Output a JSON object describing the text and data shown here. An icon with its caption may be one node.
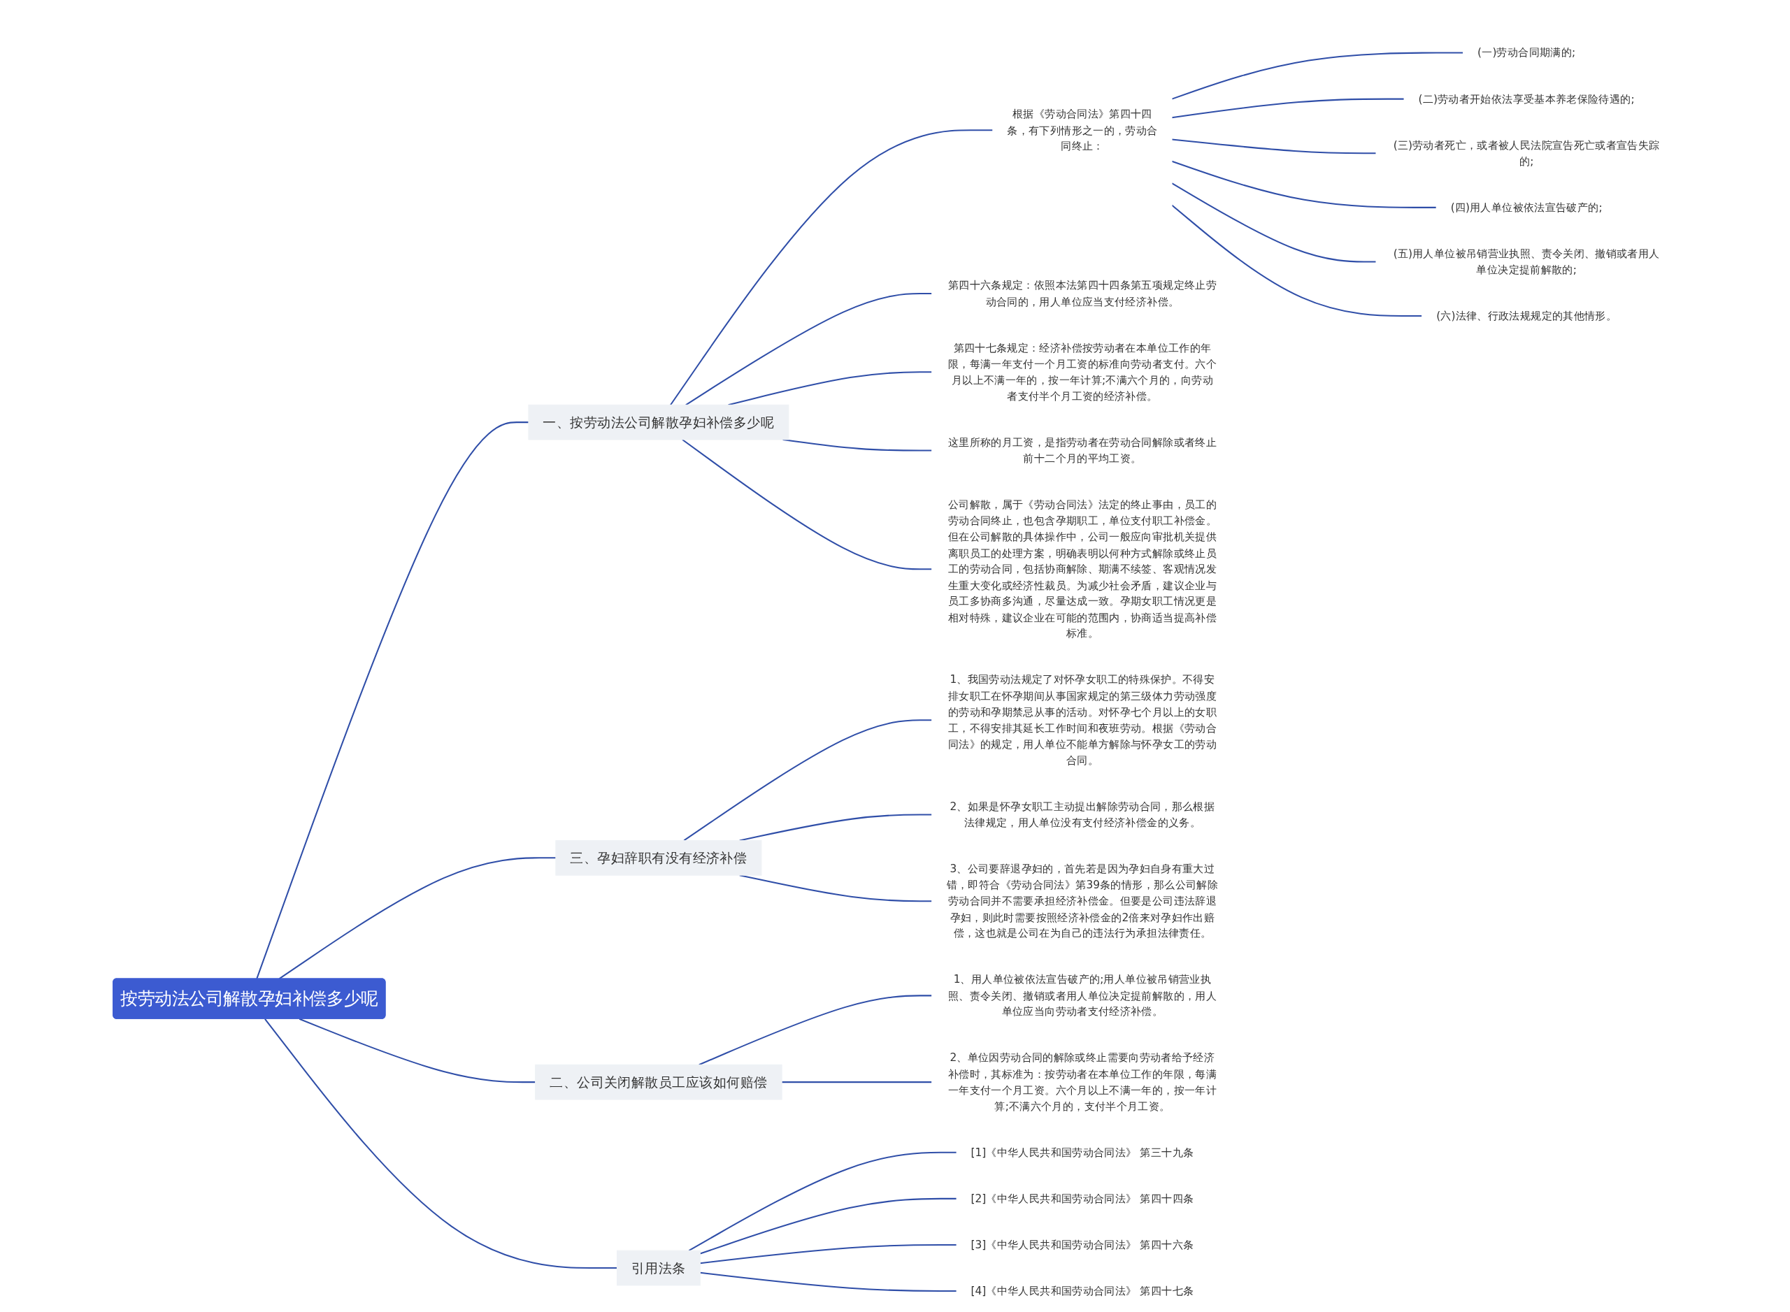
{
  "diagram": {
    "nodes": [
      {
        "text": [
          "按劳动法公司解散孕妇补偿多少呢"
        ]
      },
      {
        "text": [
          "一、按劳动法公司解散孕妇补偿多少呢"
        ]
      },
      {
        "text": [
          "根据《劳动合同法》第四十四条，有下列情形之一的，劳动合同终止："
        ]
      },
      {
        "text": [
          "(一)劳动合同期满的;"
        ]
      },
      {
        "text": [
          "(二)劳动者开始依法享受基本养老保险待遇的;"
        ]
      },
      {
        "text": [
          "(三)劳动者死亡，或者被人民法院宣告死亡或者宣告失踪的;"
        ]
      },
      {
        "text": [
          "(四)用人单位被依法宣告破产的;"
        ]
      },
      {
        "text": [
          "(五)用人单位被吊销营业执照、责令关闭、撤销或者用人单位决定提前解散的;"
        ]
      },
      {
        "text": [
          "(六)法律、行政法规规定的其他情形。"
        ]
      },
      {
        "text": [
          "第四十六条规定：依照本法第四十四条第五项规定终止劳动合同的，用人单位应当支付经济补偿。"
        ]
      },
      {
        "text": [
          "第四十七条规定：经济补偿按劳动者在本单位工作的年限，每满一年支付一个月工资的标准向劳动者支付。六个月以上不满一年的，按一年计算;不满六个月的，向劳动者支付半个月工资的经济补偿。"
        ]
      },
      {
        "text": [
          "这里所称的月工资，是指劳动者在劳动合同解除或者终止前十二个月的平均工资。"
        ]
      },
      {
        "text": [
          "公司解散，属于《劳动合同法》法定的终止事由，员工的劳动合同终止，也包含孕期职工，单位支付职工补偿金。但在公司解散的具体操作中，公司一般应向审批机关提供离职员工的处理方案，明确表明以何种方式解除或终止员工的劳动合同，包括协商解除、期满不续签、客观情况发生重大变化或经济性裁员。为减少社会矛盾，建议企业与员工多协商多沟通，尽量达成一致。孕期女职工情况更是相对特殊，建议企业在可能的范围内，协商适当提高补偿标准。"
        ]
      },
      {
        "text": [
          "三、孕妇辞职有没有经济补偿"
        ]
      },
      {
        "text": [
          "1、我国劳动法规定了对怀孕女职工的特殊保护。不得安排女职工在怀孕期间从事国家规定的第三级体力劳动强度的劳动和孕期禁忌从事的活动。对怀孕七个月以上的女职工，不得安排其延长工作时间和夜班劳动。根据《劳动合同法》的规定，用人单位不能单方解除与怀孕女工的劳动合同。"
        ]
      },
      {
        "text": [
          "2、如果是怀孕女职工主动提出解除劳动合同，那么根据法律规定，用人单位没有支付经济补偿金的义务。"
        ]
      },
      {
        "text": [
          "3、公司要辞退孕妇的，首先若是因为孕妇自身有重大过错，即符合《劳动合同法》第39条的情形，那么公司解除劳动合同并不需要承担经济补偿金。但要是公司违法辞退孕妇，则此时需要按照经济补偿金的2倍来对孕妇作出赔偿，这也就是公司在为自己的违法行为承担法律责任。"
        ]
      },
      {
        "text": [
          "二、公司关闭解散员工应该如何赔偿"
        ]
      },
      {
        "text": [
          "1、用人单位被依法宣告破产的;用人单位被吊销营业执照、责令关闭、撤销或者用人单位决定提前解散的，用人单位应当向劳动者支付经济补偿。"
        ]
      },
      {
        "text": [
          "2、单位因劳动合同的解除或终止需要向劳动者给予经济补偿时，其标准为：按劳动者在本单位工作的年限，每满一年支付一个月工资。六个月以上不满一年的，按一年计算;不满六个月的，支付半个月工资。"
        ]
      },
      {
        "text": [
          "引用法条"
        ]
      },
      {
        "text": [
          "[1]《中华人民共和国劳动合同法》 第三十九条"
        ]
      },
      {
        "text": [
          "[2]《中华人民共和国劳动合同法》 第四十四条"
        ]
      },
      {
        "text": [
          "[3]《中华人民共和国劳动合同法》 第四十六条"
        ]
      },
      {
        "text": [
          "[4]《中华人民共和国劳动合同法》 第四十七条"
        ]
      }
    ],
    "edges": [
      {
        "from": 0,
        "to": 1,
        "arrow": "none"
      },
      {
        "from": 1,
        "to": 2,
        "arrow": "none"
      },
      {
        "from": 2,
        "to": 3,
        "arrow": "none"
      },
      {
        "from": 2,
        "to": 4,
        "arrow": "none"
      },
      {
        "from": 2,
        "to": 5,
        "arrow": "none"
      },
      {
        "from": 2,
        "to": 6,
        "arrow": "none"
      },
      {
        "from": 2,
        "to": 7,
        "arrow": "none"
      },
      {
        "from": 2,
        "to": 8,
        "arrow": "none"
      },
      {
        "from": 1,
        "to": 9,
        "arrow": "none"
      },
      {
        "from": 1,
        "to": 10,
        "arrow": "none"
      },
      {
        "from": 1,
        "to": 11,
        "arrow": "none"
      },
      {
        "from": 1,
        "to": 12,
        "arrow": "none"
      },
      {
        "from": 0,
        "to": 13,
        "arrow": "none"
      },
      {
        "from": 13,
        "to": 14,
        "arrow": "none"
      },
      {
        "from": 13,
        "to": 15,
        "arrow": "none"
      },
      {
        "from": 13,
        "to": 16,
        "arrow": "none"
      },
      {
        "from": 0,
        "to": 17,
        "arrow": "none"
      },
      {
        "from": 17,
        "to": 18,
        "arrow": "none"
      },
      {
        "from": 17,
        "to": 19,
        "arrow": "none"
      },
      {
        "from": 0,
        "to": 20,
        "arrow": "none"
      },
      {
        "from": 20,
        "to": 21,
        "arrow": "none"
      },
      {
        "from": 20,
        "to": 22,
        "arrow": "none"
      },
      {
        "from": 20,
        "to": 23,
        "arrow": "none"
      },
      {
        "from": 20,
        "to": 24,
        "arrow": "none"
      }
    ]
  }
}
